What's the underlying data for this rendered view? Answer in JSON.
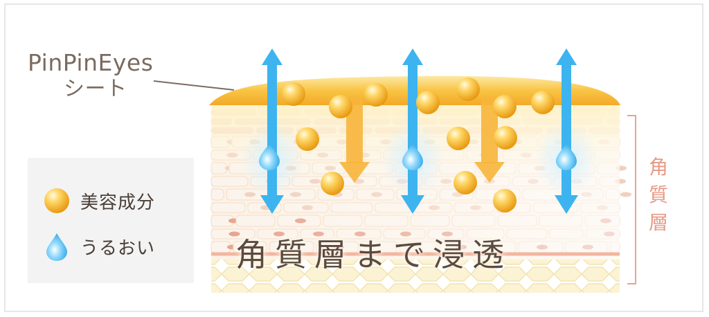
{
  "sheet_label": {
    "line1": "PinPinEyes",
    "line2": "シート"
  },
  "legend": {
    "items": [
      {
        "icon": "golden-sphere-icon",
        "label": "美容成分",
        "color": "#f5b51e"
      },
      {
        "icon": "water-drop-icon",
        "label": "うるおい",
        "color": "#3fb6ef"
      }
    ]
  },
  "stratum_label": {
    "chars": [
      "角",
      "質",
      "層"
    ]
  },
  "caption": "角質層まで浸透",
  "colors": {
    "sheet": "#f7b730",
    "moisture_arrow": "#3db4ef",
    "ingredient_arrow": "#f7b53a",
    "layer": "#f6ddc9",
    "bracket": "#eba18c"
  }
}
